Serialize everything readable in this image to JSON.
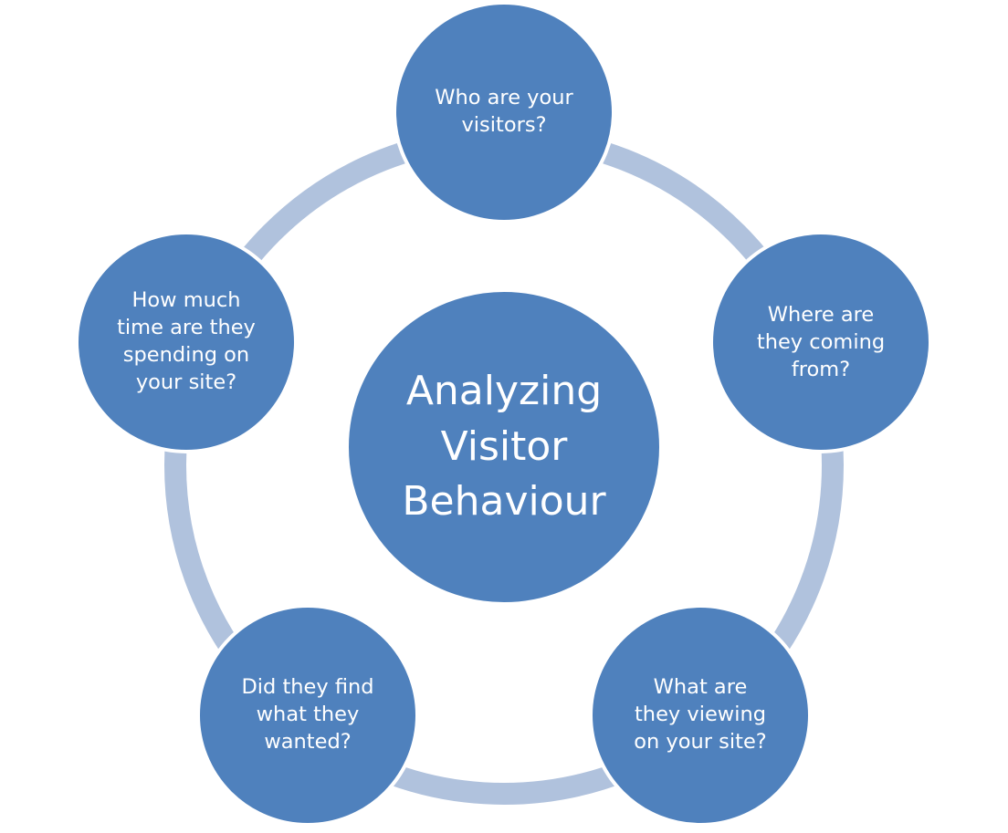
{
  "diagram": {
    "center": "Analyzing\nVisitor\nBehaviour",
    "nodes": [
      {
        "id": "who",
        "text": "Who are your\nvisitors?"
      },
      {
        "id": "where",
        "text": "Where are\nthey coming\nfrom?"
      },
      {
        "id": "what",
        "text": "What are\nthey viewing\non your site?"
      },
      {
        "id": "did",
        "text": "Did they find\nwhat they\nwanted?"
      },
      {
        "id": "time",
        "text": "How much\ntime are they\nspending on\nyour site?"
      }
    ],
    "colors": {
      "node_fill": "#4f81bd",
      "ring": "#b0c2dd",
      "text": "#ffffff",
      "background": "#ffffff"
    }
  }
}
